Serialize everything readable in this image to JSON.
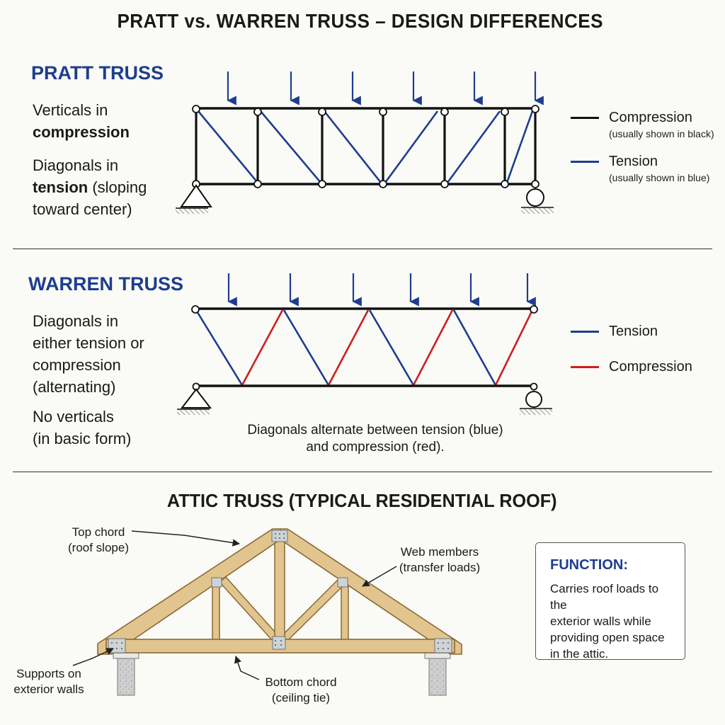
{
  "title": "PRATT vs. WARREN TRUSS – DESIGN DIFFERENCES",
  "pratt": {
    "heading": "PRATT TRUSS",
    "line1_a": "Verticals in",
    "line1_b": "compression",
    "line2_a": "Diagonals in",
    "line2_b": "tension",
    "line2_c": " (sloping",
    "line2_d": "toward center)",
    "legend": [
      {
        "label": "Compression",
        "note": "(usually shown in black)",
        "color": "#111111"
      },
      {
        "label": "Tension",
        "note": "(usually shown in blue)",
        "color": "#1e3d8f"
      }
    ]
  },
  "warren": {
    "heading": "WARREN TRUSS",
    "lines1": [
      "Diagonals in",
      "either tension or",
      "compression",
      "(alternating)"
    ],
    "lines2": [
      "No verticals",
      "(in basic form)"
    ],
    "legend": [
      {
        "label": "Tension",
        "color": "#1e3d8f"
      },
      {
        "label": "Compression",
        "color": "#cc1f1f"
      }
    ],
    "caption_1": "Diagonals alternate between tension (blue)",
    "caption_2": "and compression (red)."
  },
  "attic": {
    "heading": "ATTIC TRUSS (TYPICAL RESIDENTIAL ROOF)",
    "labels": {
      "top_chord_1": "Top chord",
      "top_chord_2": "(roof slope)",
      "web_1": "Web members",
      "web_2": "(transfer loads)",
      "supports_1": "Supports on",
      "supports_2": "exterior walls",
      "bottom_1": "Bottom chord",
      "bottom_2": "(ceiling tie)"
    },
    "function_title": "FUNCTION:",
    "function_lines": [
      "Carries roof loads to the",
      "exterior walls while",
      "providing open space",
      "in the attic."
    ]
  },
  "colors": {
    "blue": "#1e3d8f",
    "red": "#cc1f1f",
    "black": "#111111",
    "wood": "#e2c48e",
    "wood_edge": "#8a6a37"
  }
}
